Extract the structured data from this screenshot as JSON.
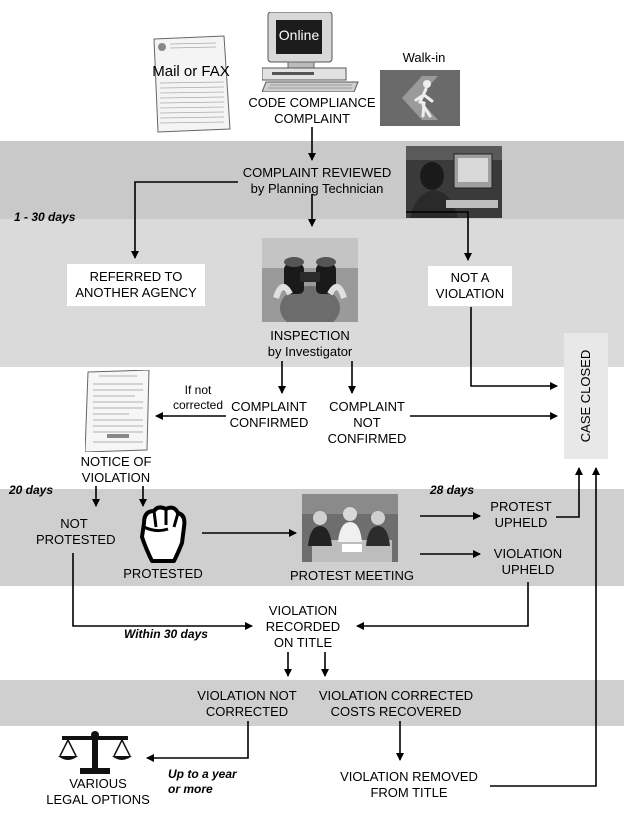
{
  "intake": {
    "mail_label": "Mail or FAX",
    "online_label": "Online",
    "walkin_label": "Walk-in",
    "complaint_title": "CODE COMPLIANCE\nCOMPLAINT"
  },
  "review": {
    "title": "COMPLAINT REVIEWED\nby Planning Technician",
    "duration": "1 - 30 days"
  },
  "outcomes": {
    "referred": "REFERRED TO\nANOTHER AGENCY",
    "not_violation": "NOT A\nVIOLATION",
    "inspection": "INSPECTION\nby Investigator",
    "case_closed": "CASE CLOSED"
  },
  "confirmation": {
    "if_not_corrected": "If not\ncorrected",
    "confirmed": "COMPLAINT\nCONFIRMED",
    "not_confirmed": "COMPLAINT\nNOT\nCONFIRMED",
    "notice": "NOTICE OF\nVIOLATION"
  },
  "protest": {
    "days_20": "20 days",
    "days_28": "28 days",
    "not_protested": "NOT\nPROTESTED",
    "protested": "PROTESTED",
    "meeting": "PROTEST MEETING",
    "protest_upheld": "PROTEST\nUPHELD",
    "violation_upheld": "VIOLATION\nUPHELD"
  },
  "recording": {
    "within_30": "Within 30 days",
    "recorded": "VIOLATION\nRECORDED\nON TITLE"
  },
  "resolution": {
    "not_corrected": "VIOLATION NOT\nCORRECTED",
    "corrected": "VIOLATION CORRECTED\nCOSTS RECOVERED",
    "legal": "VARIOUS\nLEGAL OPTIONS",
    "up_to_year": "Up to a year\nor more",
    "removed": "VIOLATION REMOVED\nFROM TITLE"
  }
}
